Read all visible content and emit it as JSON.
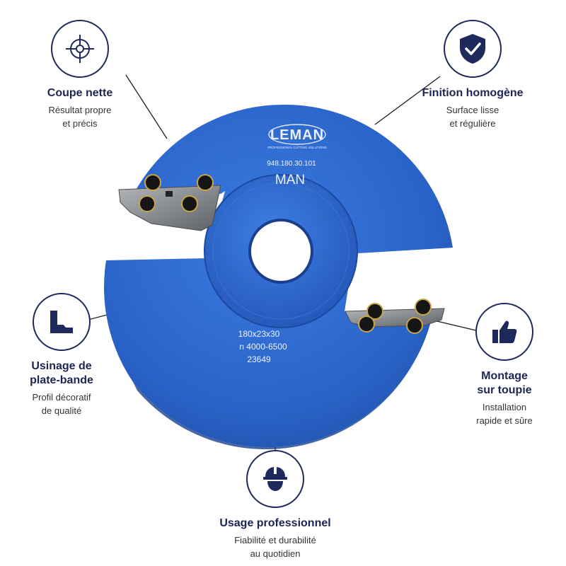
{
  "brand": {
    "logo_text": "LEMAN",
    "logo_tagline": "PROFESSIONAL CUTTING SOLUTIONS"
  },
  "tool": {
    "ref": "948.180.30.101",
    "direction": "MAN",
    "dimensions": "180x23x30",
    "speed": "n  4000-6500",
    "serial": "23649"
  },
  "features": {
    "coupe": {
      "title": "Coupe nette",
      "desc1": "Résultat propre",
      "desc2": "et précis",
      "icon": "crosshair-icon"
    },
    "finition": {
      "title": "Finition homogène",
      "desc1": "Surface lisse",
      "desc2": "et régulière",
      "icon": "shield-check-icon"
    },
    "usinage": {
      "title1": "Usinage de",
      "title2": "plate-bande",
      "desc1": "Profil décoratif",
      "desc2": "de qualité",
      "icon": "profile-icon"
    },
    "montage": {
      "title1": "Montage",
      "title2": "sur toupie",
      "desc1": "Installation",
      "desc2": "rapide et sûre",
      "icon": "thumbs-up-icon"
    },
    "usage": {
      "title": "Usage professionnel",
      "desc1": "Fiabilité et durabilité",
      "desc2": "au quotidien",
      "icon": "hard-hat-icon"
    }
  },
  "colors": {
    "navy": "#1f2a5c",
    "blade_blue": "#2a63c8",
    "carbide": "#8a8d91"
  }
}
